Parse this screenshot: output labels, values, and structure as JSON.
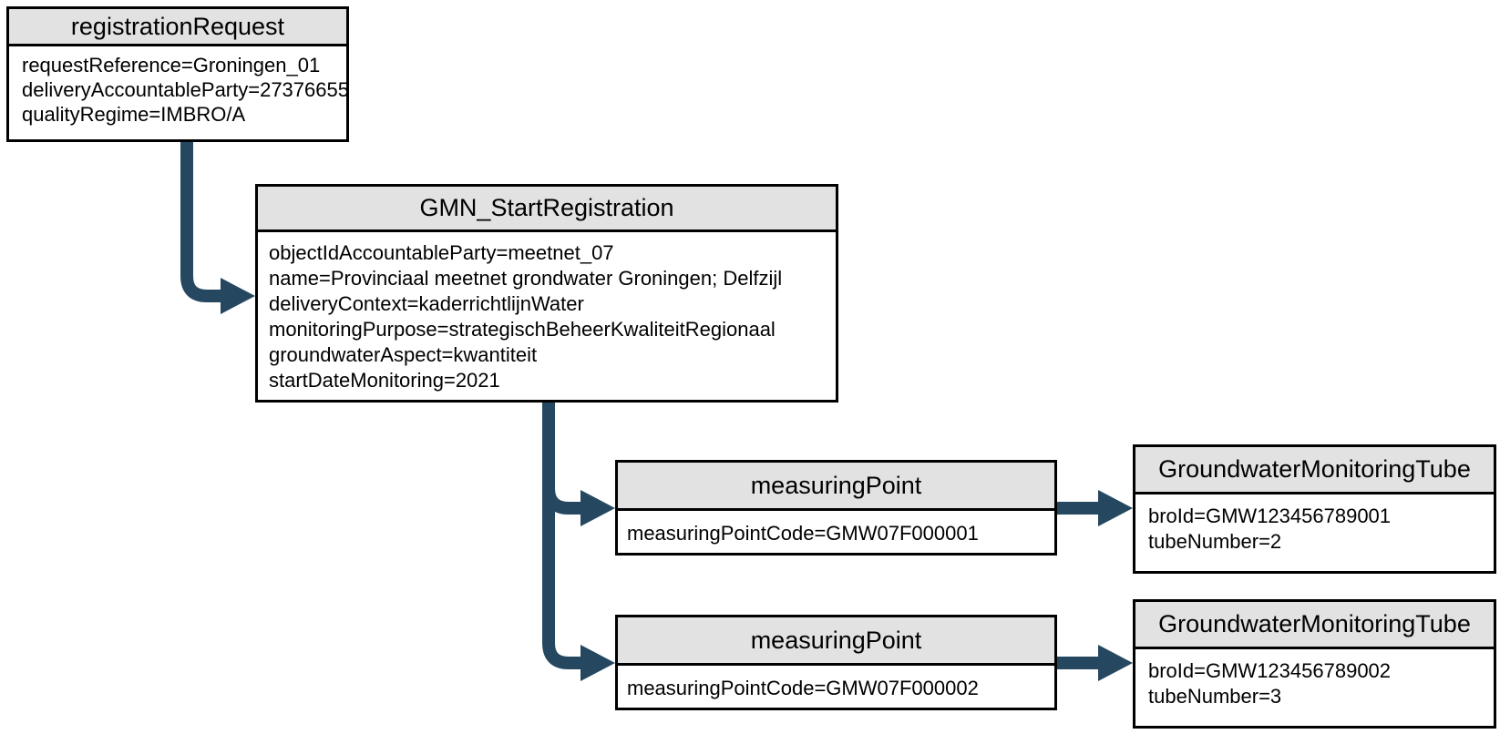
{
  "colors": {
    "arrow": "#254860",
    "header_bg": "#E2E2E2",
    "border": "#000000",
    "background": "#FFFFFF",
    "text": "#000000"
  },
  "nodes": {
    "registration_request": {
      "title": "registrationRequest",
      "attributes": [
        "requestReference=Groningen_01",
        "deliveryAccountableParty=27376655",
        "qualityRegime=IMBRO/A"
      ]
    },
    "gmn_start_registration": {
      "title": "GMN_StartRegistration",
      "attributes": [
        "objectIdAccountableParty=meetnet_07",
        "name=Provinciaal meetnet grondwater Groningen; Delfzijl",
        "deliveryContext=kaderrichtlijnWater",
        "monitoringPurpose=strategischBeheerKwaliteitRegionaal",
        "groundwaterAspect=kwantiteit",
        "startDateMonitoring=2021"
      ]
    },
    "measuring_point_1": {
      "title": "measuringPoint",
      "attributes": [
        "measuringPointCode=GMW07F000001"
      ]
    },
    "groundwater_monitoring_tube_1": {
      "title": "GroundwaterMonitoringTube",
      "attributes": [
        "broId=GMW123456789001",
        "tubeNumber=2"
      ]
    },
    "measuring_point_2": {
      "title": "measuringPoint",
      "attributes": [
        "measuringPointCode=GMW07F000002"
      ]
    },
    "groundwater_monitoring_tube_2": {
      "title": "GroundwaterMonitoringTube",
      "attributes": [
        "broId=GMW123456789002",
        "tubeNumber=3"
      ]
    }
  },
  "connections": [
    {
      "from": "registration_request",
      "to": "gmn_start_registration"
    },
    {
      "from": "gmn_start_registration",
      "to": "measuring_point_1"
    },
    {
      "from": "gmn_start_registration",
      "to": "measuring_point_2"
    },
    {
      "from": "measuring_point_1",
      "to": "groundwater_monitoring_tube_1"
    },
    {
      "from": "measuring_point_2",
      "to": "groundwater_monitoring_tube_2"
    }
  ]
}
